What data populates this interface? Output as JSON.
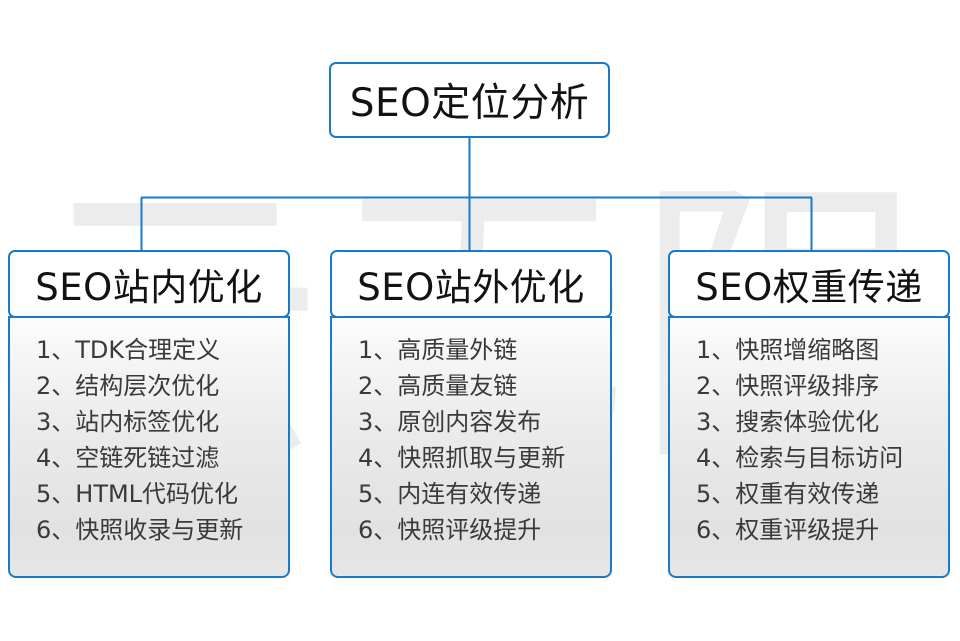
{
  "diagram": {
    "title": "SEO定位分析",
    "watermark": "云无限",
    "accent_color": "#1a7ac4",
    "text_color": "#121212",
    "item_text_color": "#3a3a3a",
    "columns": [
      {
        "header": "SEO站内优化",
        "items": [
          "1、TDK合理定义",
          "2、结构层次优化",
          "3、站内标签优化",
          "4、空链死链过滤",
          "5、HTML代码优化",
          "6、快照收录与更新"
        ]
      },
      {
        "header": "SEO站外优化",
        "items": [
          "1、高质量外链",
          "2、高质量友链",
          "3、原创内容发布",
          "4、快照抓取与更新",
          "5、内连有效传递",
          "6、快照评级提升"
        ]
      },
      {
        "header": "SEO权重传递",
        "items": [
          "1、快照增缩略图",
          "2、快照评级排序",
          "3、搜索体验优化",
          "4、检索与目标访问",
          "5、权重有效传递",
          "6、权重评级提升"
        ]
      }
    ]
  }
}
